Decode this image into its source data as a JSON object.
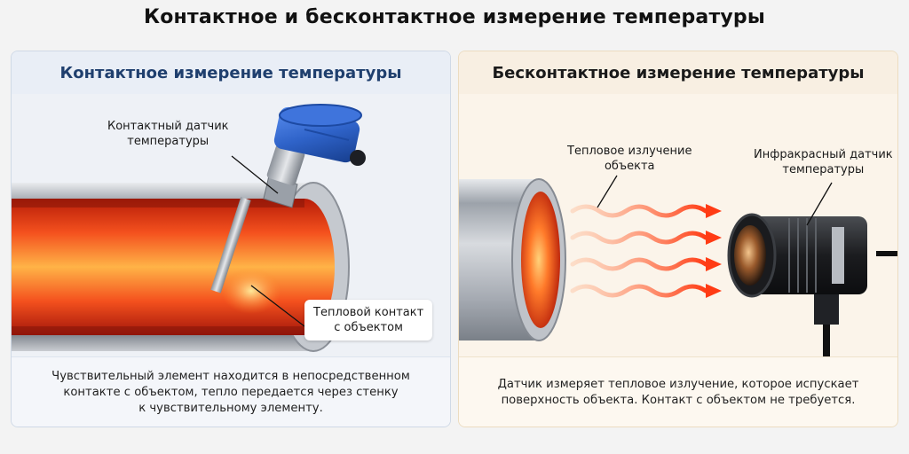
{
  "title": "Контактное и бесконтактное измерение температуры",
  "contact": {
    "heading": "Контактное измерение температуры",
    "sensor_label": "Контактный датчик\nтемпературы",
    "contact_label": "Тепловой контакт\nс объектом",
    "caption": "Чувствительный элемент находится в непосредственном\nконтакте с объектом, тепло передается через стенку\nк чувствительному элементу."
  },
  "noncontact": {
    "heading": "Бесконтактное измерение температуры",
    "radiation_label": "Тепловое излучение\nобъекта",
    "sensor_label": "Инфракрасный датчик\nтемпературы",
    "caption": "Датчик измеряет тепловое излучение, которое испускает\nповерхность объекта. Контакт с объектом не требуется."
  },
  "colors": {
    "sensor_head_blue": "#2f63c9",
    "heat_orange": "#ff5a1f",
    "hot_core": "#ffb347",
    "steel": "#b9bec6"
  },
  "icons": [
    "contact-sensor-icon",
    "pipe-icon",
    "heat-wave-icon",
    "infrared-sensor-icon"
  ]
}
